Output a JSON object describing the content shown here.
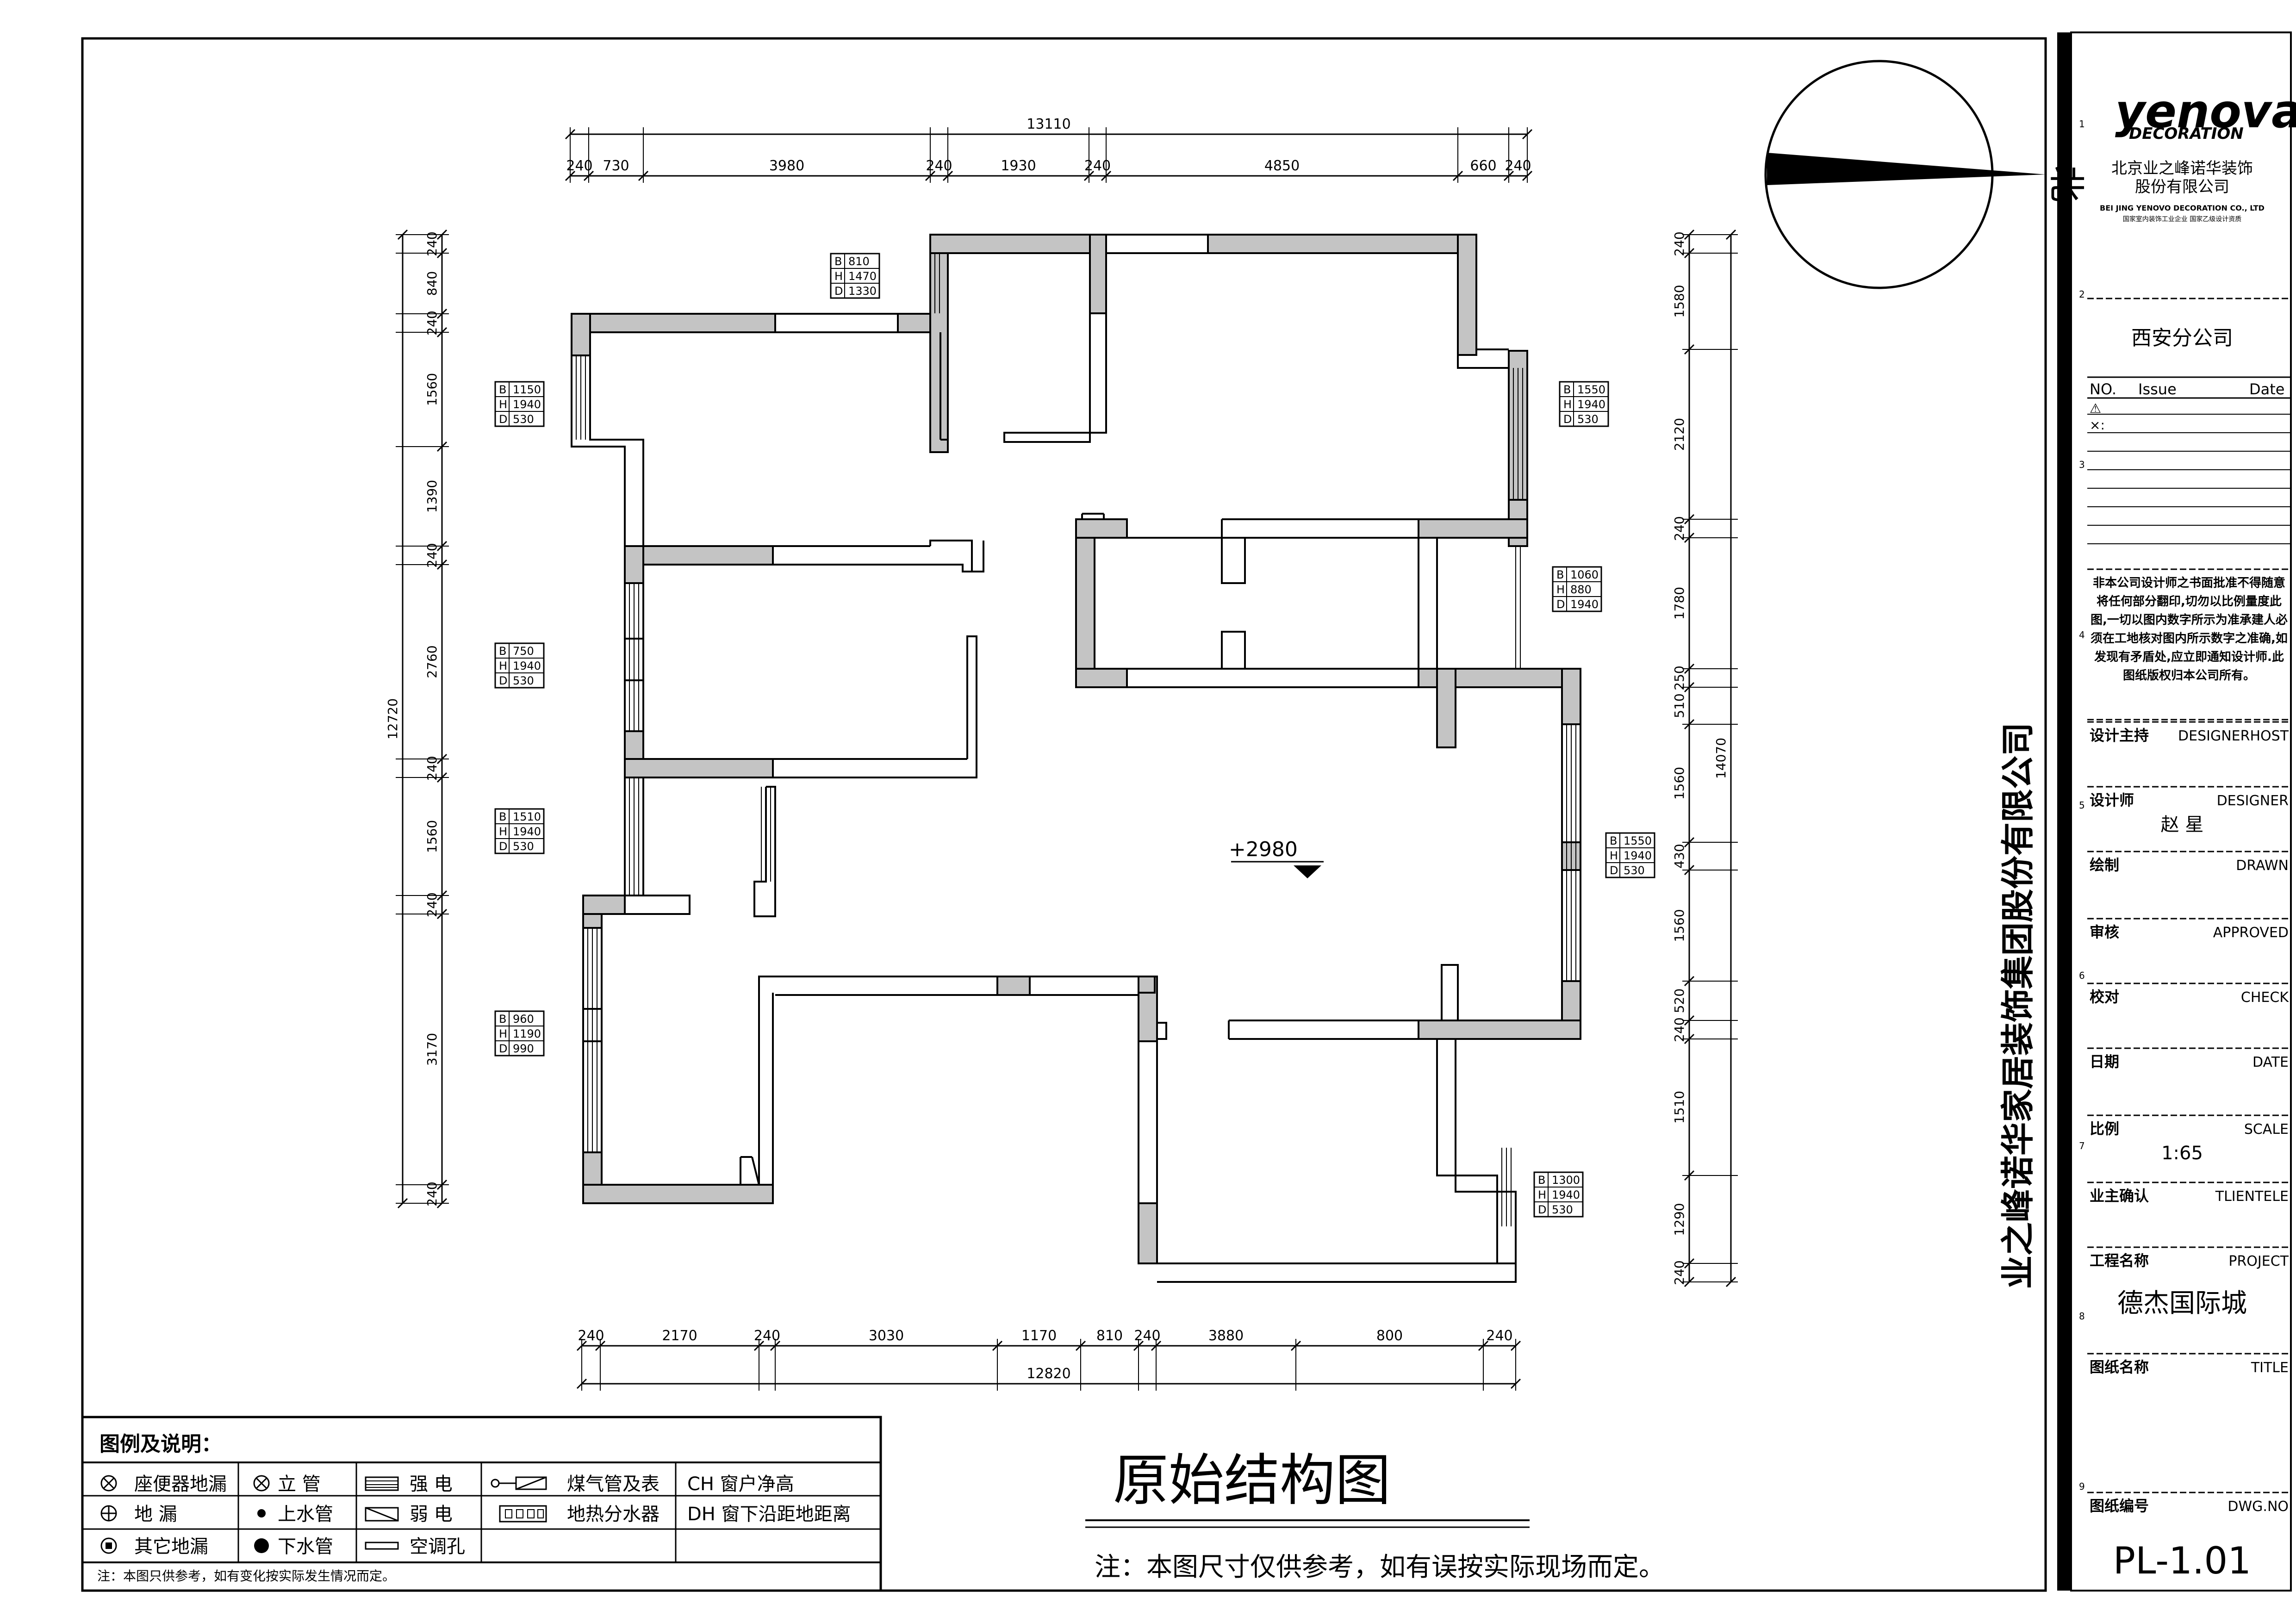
{
  "top_dims": {
    "total": "13110",
    "segments": [
      "240",
      "730",
      "3980",
      "240",
      "1930",
      "240",
      "4850",
      "660",
      "240"
    ]
  },
  "bottom_dims": {
    "total": "12820",
    "segments": [
      "240",
      "2170",
      "240",
      "3030",
      "1170",
      "810",
      "240",
      "3880",
      "800",
      "240"
    ]
  },
  "left_dims": {
    "total": "12720",
    "segments": [
      "240",
      "840",
      "240",
      "1560",
      "1390",
      "240",
      "2760",
      "240",
      "1560",
      "240",
      "3170",
      "240"
    ]
  },
  "right_dims": {
    "total": "14070",
    "segments": [
      "240",
      "1580",
      "2120",
      "240",
      "1780",
      "250",
      "510",
      "1560",
      "430",
      "1560",
      "520",
      "240",
      "1510",
      "1290",
      "240"
    ]
  },
  "window_tags": [
    {
      "B": "810",
      "H": "1470",
      "D": "1330"
    },
    {
      "B": "1150",
      "H": "1940",
      "D": "530"
    },
    {
      "B": "1550",
      "H": "1940",
      "D": "530"
    },
    {
      "B": "1060",
      "H": "880",
      "D": "1940"
    },
    {
      "B": "750",
      "H": "1940",
      "D": "530"
    },
    {
      "B": "1510",
      "H": "1940",
      "D": "530"
    },
    {
      "B": "1550",
      "H": "1940",
      "D": "530"
    },
    {
      "B": "960",
      "H": "1190",
      "D": "990"
    },
    {
      "B": "1300",
      "H": "1940",
      "D": "530"
    }
  ],
  "elevation": "+2980",
  "legend": {
    "title": "图例及说明：",
    "items": [
      [
        "座便器地漏",
        "立  管",
        "强  电",
        "煤气管及表",
        "CH  窗户净高"
      ],
      [
        "地  漏",
        "上水管",
        "弱  电",
        "地热分水器",
        "DH  窗下沿距地距离"
      ],
      [
        "其它地漏",
        "下水管",
        "空调孔",
        "",
        ""
      ]
    ],
    "footnote": "注：本图只供参考，如有变化按实际发生情况而定。"
  },
  "drawing_title": "原始结构图",
  "note": "注：本图尺寸仅供参考，如有误按实际现场而定。",
  "compass_label": "北",
  "vertical_company": "业之峰诺华家居装饰集团股份有限公司",
  "title_block": {
    "logo_main": "yenova",
    "logo_sub": "DECORATION",
    "company_cn_1": "北京业之峰诺华装饰",
    "company_cn_2": "股份有限公司",
    "company_en": "BEI JING YENOVO DECORATION CO., LTD",
    "company_en_2": "国家室内装饰工业企业  国家乙级设计资质",
    "branch": "西安分公司",
    "issue_header": [
      "NO.",
      "Issue",
      "Date"
    ],
    "issue_marks": [
      "⚠",
      "×:"
    ],
    "notice": "非本公司设计师之书面批准不得随意将任何部分翻印,切勿以比例量度此图,一切以图内数字所示为准承建人必须在工地核对图内所示数字之准确,如发现有矛盾处,应立即通知设计师.此图纸版权归本公司所有。",
    "rows": [
      {
        "cn": "设计主持",
        "en": "DESIGNERHOST",
        "value": ""
      },
      {
        "cn": "设计师",
        "en": "DESIGNER",
        "value": "赵 星"
      },
      {
        "cn": "绘制",
        "en": "DRAWN",
        "value": ""
      },
      {
        "cn": "审核",
        "en": "APPROVED",
        "value": ""
      },
      {
        "cn": "校对",
        "en": "CHECK",
        "value": ""
      },
      {
        "cn": "日期",
        "en": "DATE",
        "value": ""
      },
      {
        "cn": "比例",
        "en": "SCALE",
        "value": "1:65"
      },
      {
        "cn": "业主确认",
        "en": "TLIENTELE",
        "value": ""
      },
      {
        "cn": "工程名称",
        "en": "PROJECT",
        "value": "德杰国际城"
      },
      {
        "cn": "图纸名称",
        "en": "TITLE",
        "value": ""
      },
      {
        "cn": "图纸编号",
        "en": "DWG.NO",
        "value": "PL-1.01"
      }
    ],
    "margin_numbers": [
      "1",
      "2",
      "3",
      "4",
      "5",
      "6",
      "7",
      "8",
      "9"
    ]
  }
}
